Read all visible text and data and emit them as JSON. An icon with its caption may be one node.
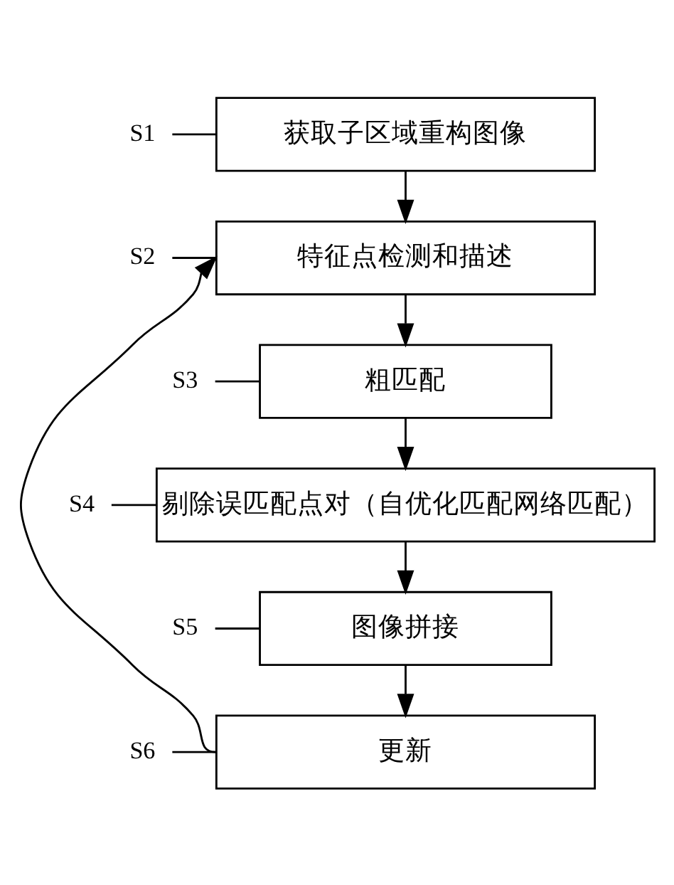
{
  "diagram": {
    "nodes": [
      {
        "text": [
          "获取子区域重构图像"
        ]
      },
      {
        "text": [
          "S1"
        ]
      },
      {
        "text": [
          "特征点检测和描述"
        ]
      },
      {
        "text": [
          "S2"
        ]
      },
      {
        "text": [
          "粗匹配"
        ]
      },
      {
        "text": [
          "S3"
        ]
      },
      {
        "text": [
          "剔除误匹配点对（自优化匹配网络匹配）"
        ]
      },
      {
        "text": [
          "S4"
        ]
      },
      {
        "text": [
          "图像拼接"
        ]
      },
      {
        "text": [
          "S5"
        ]
      },
      {
        "text": [
          "更新"
        ]
      },
      {
        "text": [
          "S6"
        ]
      }
    ],
    "edges": [
      {
        "from": 0,
        "to": 2,
        "arrow": "to"
      },
      {
        "from": 2,
        "to": 4,
        "arrow": "to"
      },
      {
        "from": 4,
        "to": 6,
        "arrow": "to"
      },
      {
        "from": 6,
        "to": 8,
        "arrow": "to"
      },
      {
        "from": 8,
        "to": 10,
        "arrow": "to"
      },
      {
        "from": 10,
        "to": 2,
        "arrow": "to"
      },
      {
        "from": 1,
        "to": 0,
        "arrow": "none"
      },
      {
        "from": 3,
        "to": 2,
        "arrow": "none"
      },
      {
        "from": 5,
        "to": 4,
        "arrow": "none"
      },
      {
        "from": 7,
        "to": 6,
        "arrow": "none"
      },
      {
        "from": 9,
        "to": 8,
        "arrow": "none"
      },
      {
        "from": 11,
        "to": 10,
        "arrow": "none"
      }
    ]
  }
}
